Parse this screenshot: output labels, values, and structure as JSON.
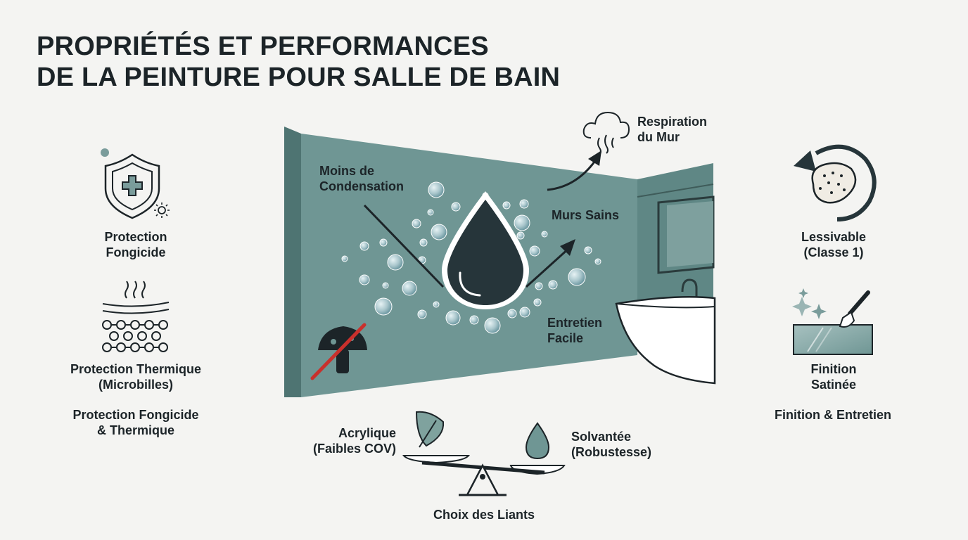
{
  "title": {
    "line1": "PROPRIÉTÉS ET PERFORMANCES",
    "line2": "DE LA PEINTURE POUR SALLE DE BAIN"
  },
  "left": {
    "fungicide": {
      "line1": "Protection",
      "line2": "Fongicide",
      "icon": "shield-cross-icon"
    },
    "thermal": {
      "line1": "Protection Thermique",
      "line2": "(Microbilles)",
      "icon": "microbeads-icon"
    },
    "group": {
      "line1": "Protection Fongicide",
      "line2": "& Thermique"
    }
  },
  "center": {
    "condensation": {
      "line1": "Moins de",
      "line2": "Condensation"
    },
    "healthy": {
      "line1": "Murs Sains"
    },
    "breathing": {
      "line1": "Respiration",
      "line2": "du Mur",
      "icon": "cloud-vapor-icon"
    },
    "maintenance": {
      "line1": "Entretien",
      "line2": "Facile"
    },
    "no_mold_icon": "no-mushroom-icon",
    "drop_icon": "water-drop-icon"
  },
  "right": {
    "washable": {
      "line1": "Lessivable",
      "line2": "(Classe 1)",
      "icon": "sponge-refresh-icon"
    },
    "finish": {
      "line1": "Finition",
      "line2": "Satinée",
      "icon": "paintbrush-sparkle-icon"
    },
    "group": {
      "line1": "Finition & Entretien"
    }
  },
  "binders": {
    "acrylic": {
      "line1": "Acrylique",
      "line2": "(Faibles COV)",
      "icon": "leaf-icon"
    },
    "solvent": {
      "line1": "Solvantée",
      "line2": "(Robustesse)",
      "icon": "oil-drop-icon"
    },
    "caption": "Choix des Liants",
    "icon": "balance-scale-icon"
  },
  "colors": {
    "wall": "#6f9694",
    "wall_dark": "#4e7472",
    "ink": "#1c2428",
    "accent_red": "#c9302c",
    "bubble": "#a9c6cc"
  }
}
